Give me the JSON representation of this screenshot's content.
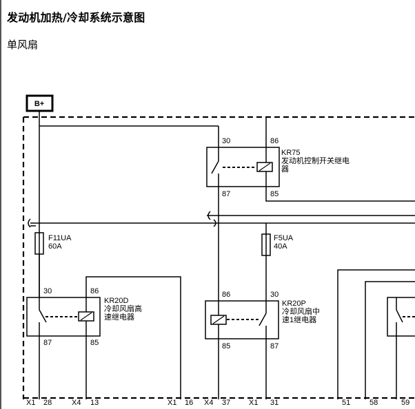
{
  "page": {
    "title": "发动机加热/冷却系统示意图",
    "subtitle": "单风扇"
  },
  "diagram": {
    "power_source": "B+",
    "relays": {
      "kr75": {
        "id": "KR75",
        "name_line1": "发动机控制开关继电",
        "name_line2": "器",
        "pin_top_left": "30",
        "pin_top_right": "86",
        "pin_bottom_left": "87",
        "pin_bottom_right": "85"
      },
      "kr20d": {
        "id": "KR20D",
        "name_line1": "冷却风扇高",
        "name_line2": "速继电器",
        "pin_top_left": "30",
        "pin_top_right": "86",
        "pin_bottom_left": "87",
        "pin_bottom_right": "85"
      },
      "kr20p": {
        "id": "KR20P",
        "name_line1": "冷却风扇中",
        "name_line2": "速1继电器",
        "pin_top_left": "86",
        "pin_top_right": "30",
        "pin_bottom_left": "85",
        "pin_bottom_right": "87"
      }
    },
    "fuses": {
      "f11ua": {
        "id": "F11UA",
        "rating": "60A"
      },
      "f5ua": {
        "id": "F5UA",
        "rating": "40A"
      }
    },
    "connectors": {
      "c1": {
        "conn": "X1",
        "pin": "28"
      },
      "c2": {
        "conn": "X4",
        "pin": "13"
      },
      "c3": {
        "conn": "X1",
        "pin": "16"
      },
      "c4": {
        "conn": "X4",
        "pin": "37"
      },
      "c5": {
        "conn": "X1",
        "pin": "31"
      },
      "c6": {
        "pin": "51"
      },
      "c7": {
        "pin": "58"
      },
      "c8": {
        "pin": "59"
      }
    }
  }
}
